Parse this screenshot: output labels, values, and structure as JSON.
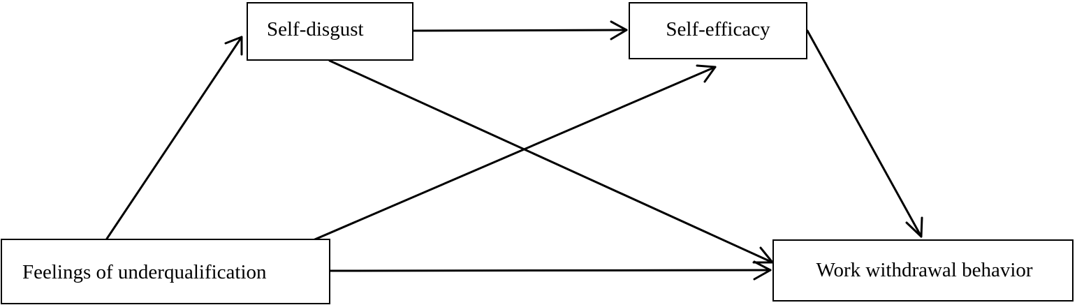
{
  "nodes": {
    "self_disgust": "Self-disgust",
    "self_efficacy": "Self-efficacy",
    "feelings_of_underqualification": "Feelings of underqualification",
    "work_withdrawal_behavior": "Work withdrawal behavior"
  },
  "colors": {
    "stroke": "#000000",
    "background": "#ffffff"
  }
}
